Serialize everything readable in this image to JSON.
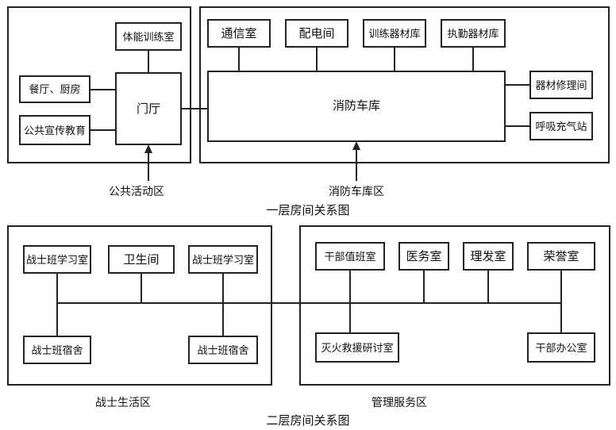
{
  "floor1": {
    "caption": "一层房间关系图",
    "public_zone": {
      "label": "公共活动区",
      "rooms": {
        "training_room": "体能训练室",
        "canteen": "餐厅、厨房",
        "education": "公共宣传教育",
        "lobby": "门厅"
      }
    },
    "garage_zone": {
      "label": "消防车库区",
      "rooms": {
        "comm": "通信室",
        "power": "配电间",
        "training_store": "训练器材库",
        "duty_store": "执勤器材库",
        "garage": "消防车库",
        "repair": "器材修理间",
        "breathing": "呼吸充气站"
      }
    }
  },
  "floor2": {
    "caption": "二层房间关系图",
    "soldier_zone": {
      "label": "战士生活区",
      "rooms": {
        "study_1": "战士班学习室",
        "toilet": "卫生间",
        "study_2": "战士班学习室",
        "dorm_1": "战士班宿舍",
        "dorm_2": "战士班宿舍"
      }
    },
    "mgmt_zone": {
      "label": "管理服务区",
      "rooms": {
        "cadre_duty": "干部值班室",
        "medical": "医务室",
        "barber": "理发室",
        "honor": "荣誉室",
        "rescue_study": "灭火救援研讨室",
        "cadre_office": "干部办公室"
      }
    }
  }
}
